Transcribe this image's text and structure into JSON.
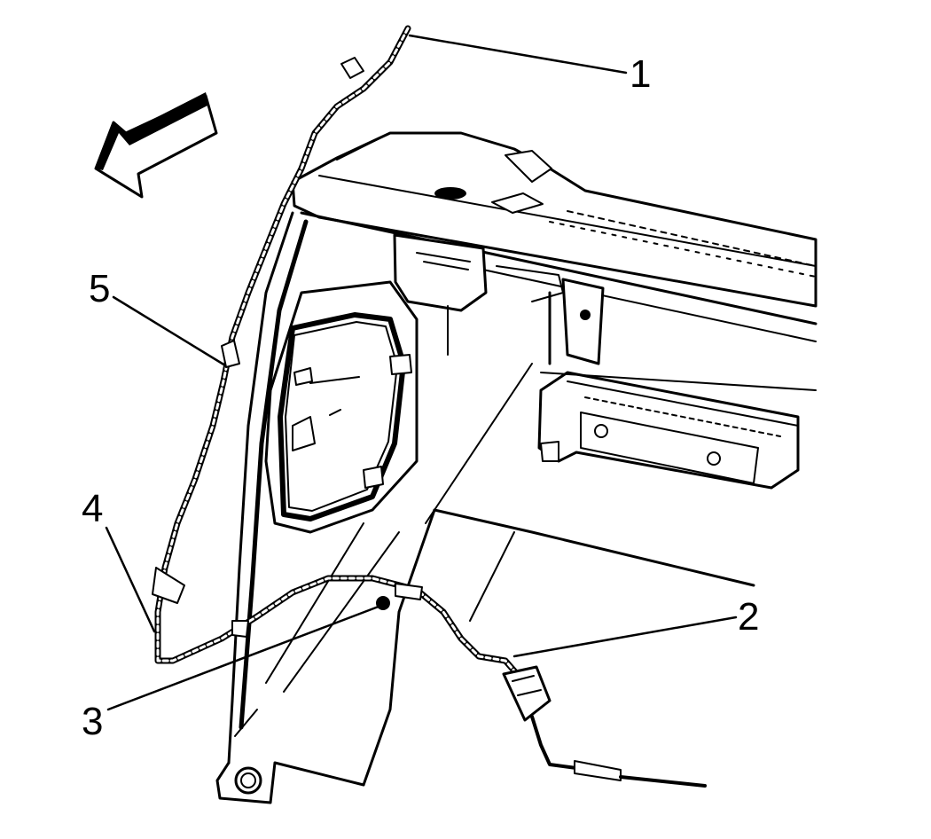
{
  "diagram": {
    "callouts": [
      {
        "id": "1",
        "label": "1"
      },
      {
        "id": "2",
        "label": "2"
      },
      {
        "id": "3",
        "label": "3"
      },
      {
        "id": "4",
        "label": "4"
      },
      {
        "id": "5",
        "label": "5"
      }
    ],
    "icons": {
      "direction_arrow": "forward-arrow-icon"
    }
  }
}
